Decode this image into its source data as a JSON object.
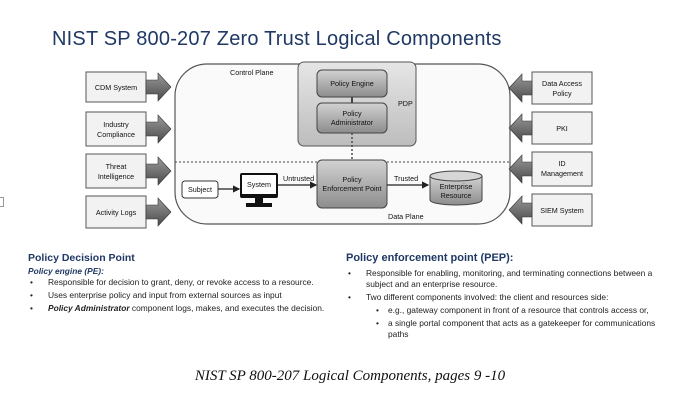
{
  "title": "NIST SP 800-207 Zero Trust Logical Components",
  "diagram": {
    "control_plane": "Control Plane",
    "data_plane": "Data Plane",
    "pdp": "PDP",
    "policy_engine": "Policy Engine",
    "policy_admin": [
      "Policy",
      "Administrator"
    ],
    "pep": [
      "Policy",
      "Enforcement Point"
    ],
    "subject": "Subject",
    "system": "System",
    "untrusted": "Untrusted",
    "trusted": "Trusted",
    "enterprise_resource": [
      "Enterprise",
      "Resource"
    ],
    "left_inputs": [
      [
        "CDM System"
      ],
      [
        "Industry",
        "Compliance"
      ],
      [
        "Threat",
        "Intelligence"
      ],
      [
        "Activity Logs"
      ]
    ],
    "right_inputs": [
      [
        "Data Access",
        "Policy"
      ],
      [
        "PKI"
      ],
      [
        "ID",
        "Management"
      ],
      [
        "SIEM System"
      ]
    ]
  },
  "left_col": {
    "heading": "Policy Decision Point",
    "subheading": "Policy engine (PE):",
    "bullets": [
      "Responsible for decision to grant, deny, or revoke access to a resource.",
      "Uses enterprise policy and input from external sources as input"
    ],
    "last_bullet_em": "Policy Administrator",
    "last_bullet_rest": " component logs, makes, and executes the decision."
  },
  "right_col": {
    "heading": "Policy enforcement point (PEP):",
    "bullets": [
      "Responsible for enabling, monitoring, and terminating connections between a subject and an enterprise resource.",
      "Two different components involved: the client and resources side:"
    ],
    "sub_bullets": [
      "e.g., gateway component in front of a resource that controls access or,",
      "a single portal component that acts as a gatekeeper for communications paths"
    ]
  },
  "caption": "NIST SP 800-207 Logical Components, pages 9 -10"
}
